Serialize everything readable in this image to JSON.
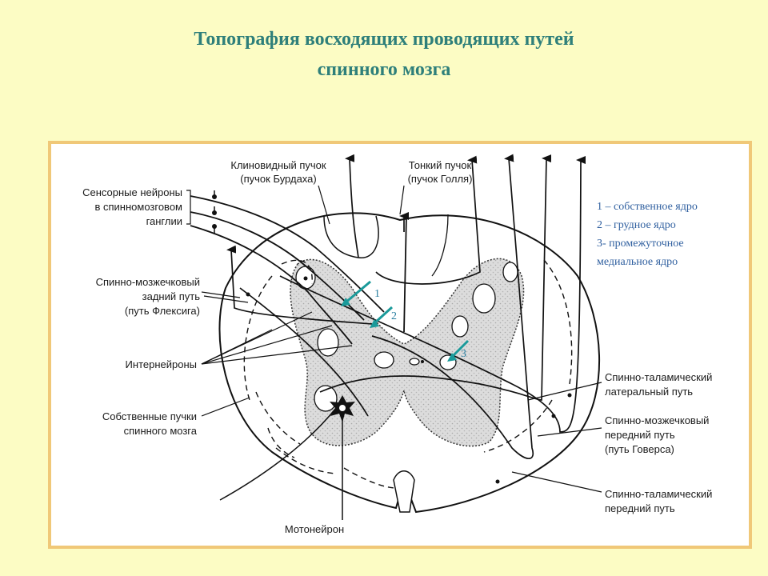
{
  "title": {
    "line1": "Топография восходящих проводящих путей",
    "line2": "спинного мозга"
  },
  "labels": {
    "cuneate_l1": "Клиновидный пучок",
    "cuneate_l2": "(пучок Бурдаха)",
    "gracile_l1": "Тонкий пучок",
    "gracile_l2": "(пучок Голля)",
    "sensory_l1": "Сенсорные нейроны",
    "sensory_l2": "в спинномозговом",
    "sensory_l3": "ганглии",
    "flechsig_l1": "Спинно-мозжечковый",
    "flechsig_l2": "задний путь",
    "flechsig_l3": "(путь Флексига)",
    "interneurons": "Интернейроны",
    "proper_l1": "Собственные пучки",
    "proper_l2": "спинного мозга",
    "motoneuron": "Мотонейрон",
    "lat_spinothal_l1": "Спинно-таламический",
    "lat_spinothal_l2": "латеральный путь",
    "gowers_l1": "Спинно-мозжечковый",
    "gowers_l2": "передний путь",
    "gowers_l3": "(путь Говерса)",
    "ant_spinothal_l1": "Спинно-таламический",
    "ant_spinothal_l2": "передний путь"
  },
  "legend": {
    "item1": "1 – собственное ядро",
    "item2": "2 – грудное ядро",
    "item3": "3- промежуточное",
    "item3b": "медиальное ядро"
  },
  "markers": {
    "m1": "1",
    "m2": "2",
    "m3": "3"
  },
  "colors": {
    "title": "#2e7f7a",
    "marker_arrow": "#1a9a9a",
    "legend_text": "#2f5f9f",
    "frame": "#f0c878",
    "background": "#fcfcc4"
  }
}
